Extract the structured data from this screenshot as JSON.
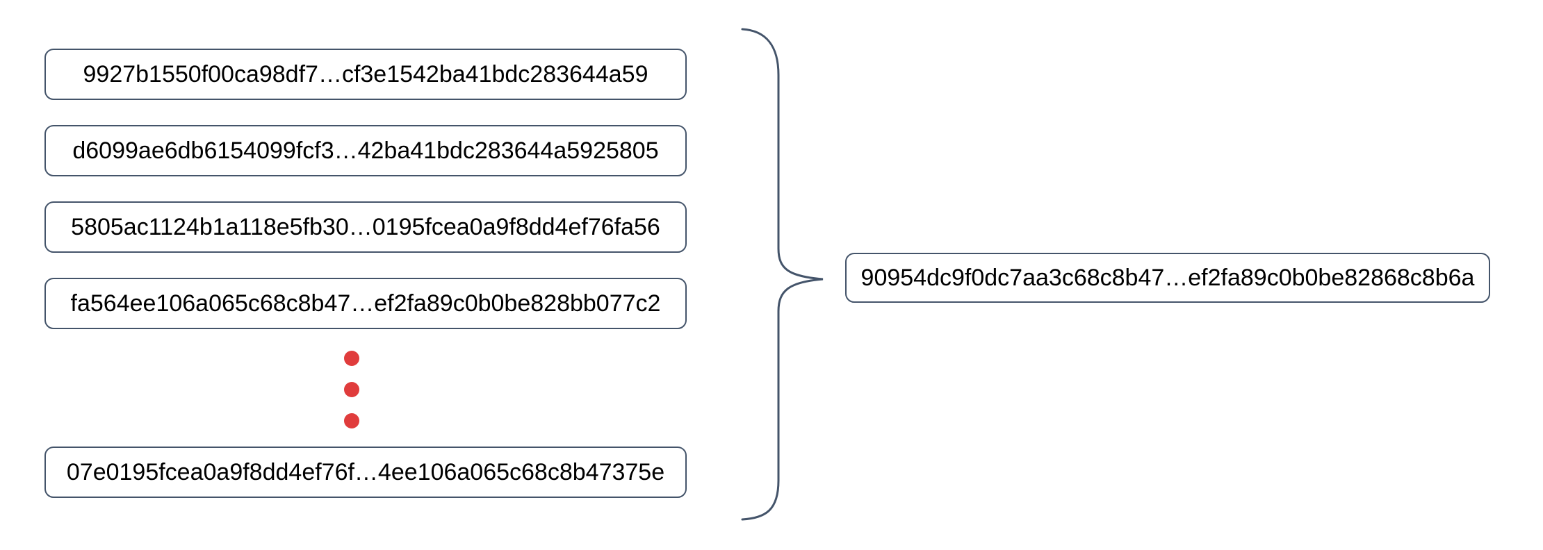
{
  "diagram": {
    "colors": {
      "outline": "#44546A",
      "ellipsis_dots": "#E03C3C",
      "box_fill": "#FFFFFF",
      "text": "#000000"
    },
    "input_hashes": [
      "9927b1550f00ca98df7…cf3e1542ba41bdc283644a59",
      "d6099ae6db6154099fcf3…42ba41bdc283644a5925805",
      "5805ac1124b1a118e5fb30…0195fcea0a9f8dd4ef76fa56",
      "fa564ee106a065c68c8b47…ef2fa89c0b0be828bb077c2",
      "07e0195fcea0a9f8dd4ef76f…4ee106a065c68c8b47375e"
    ],
    "output_hash": "90954dc9f0dc7aa3c68c8b47…ef2fa89c0b0be82868c8b6a",
    "brace_icon": "right-curly-brace"
  }
}
